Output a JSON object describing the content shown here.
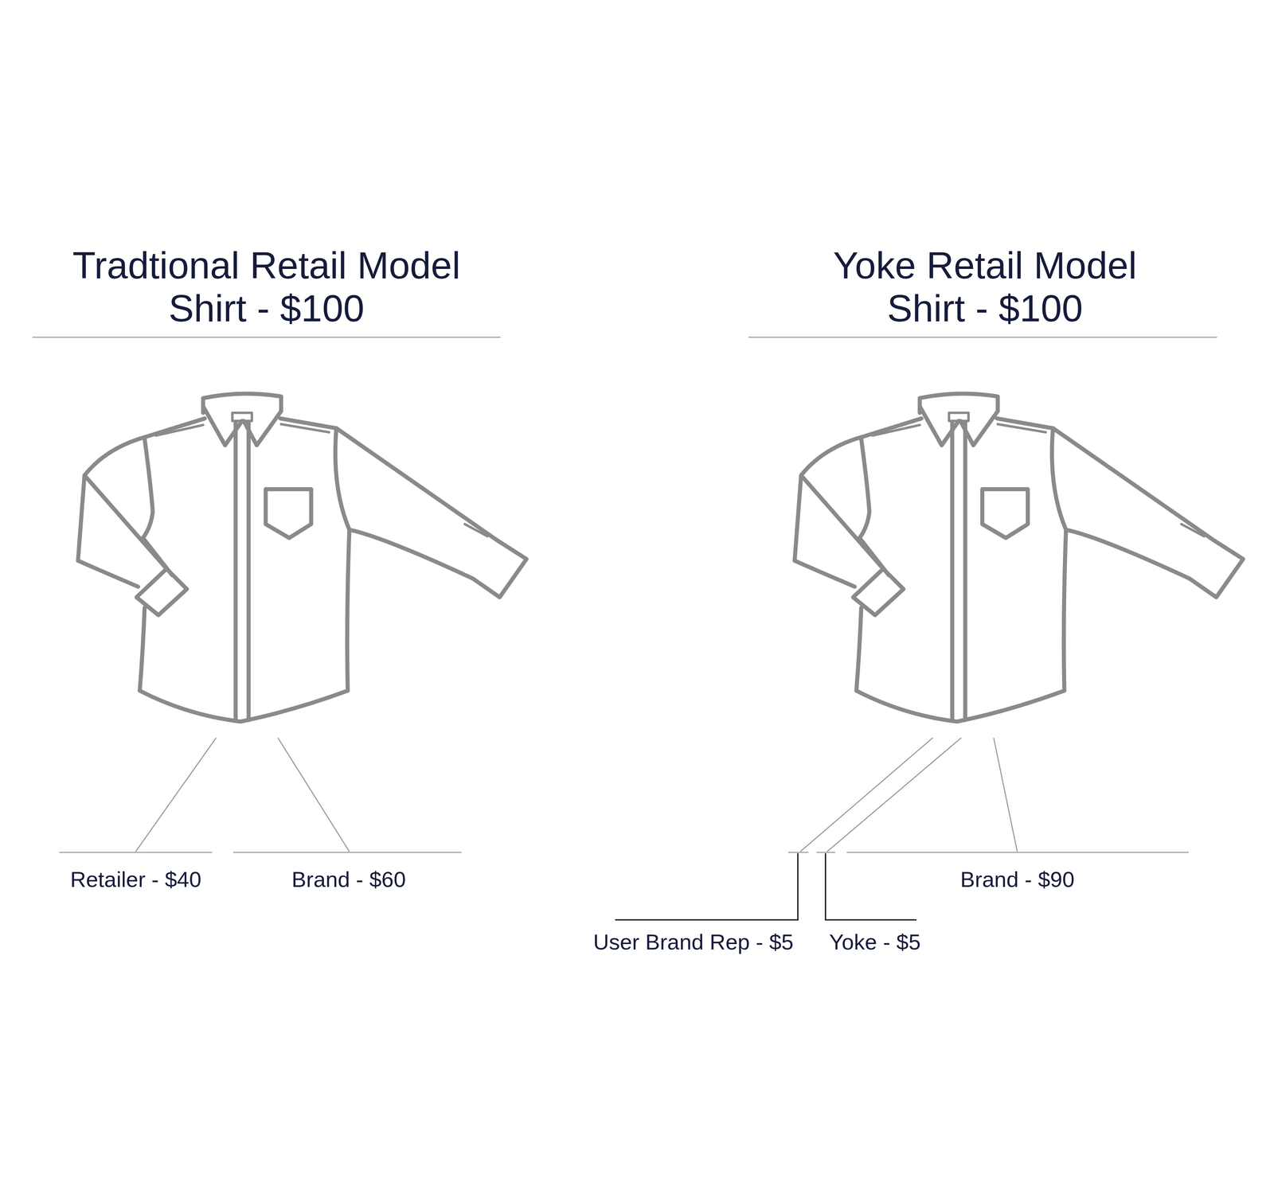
{
  "diagram": {
    "labels": [
      "Tradtional Retail Model",
      "Shirt - $100",
      "Yoke Retail Model",
      "Shirt - $100",
      "Retailer - $40",
      "Brand - $60",
      "User Brand Rep - $5",
      "Yoke - $5",
      "Brand - $90"
    ]
  }
}
